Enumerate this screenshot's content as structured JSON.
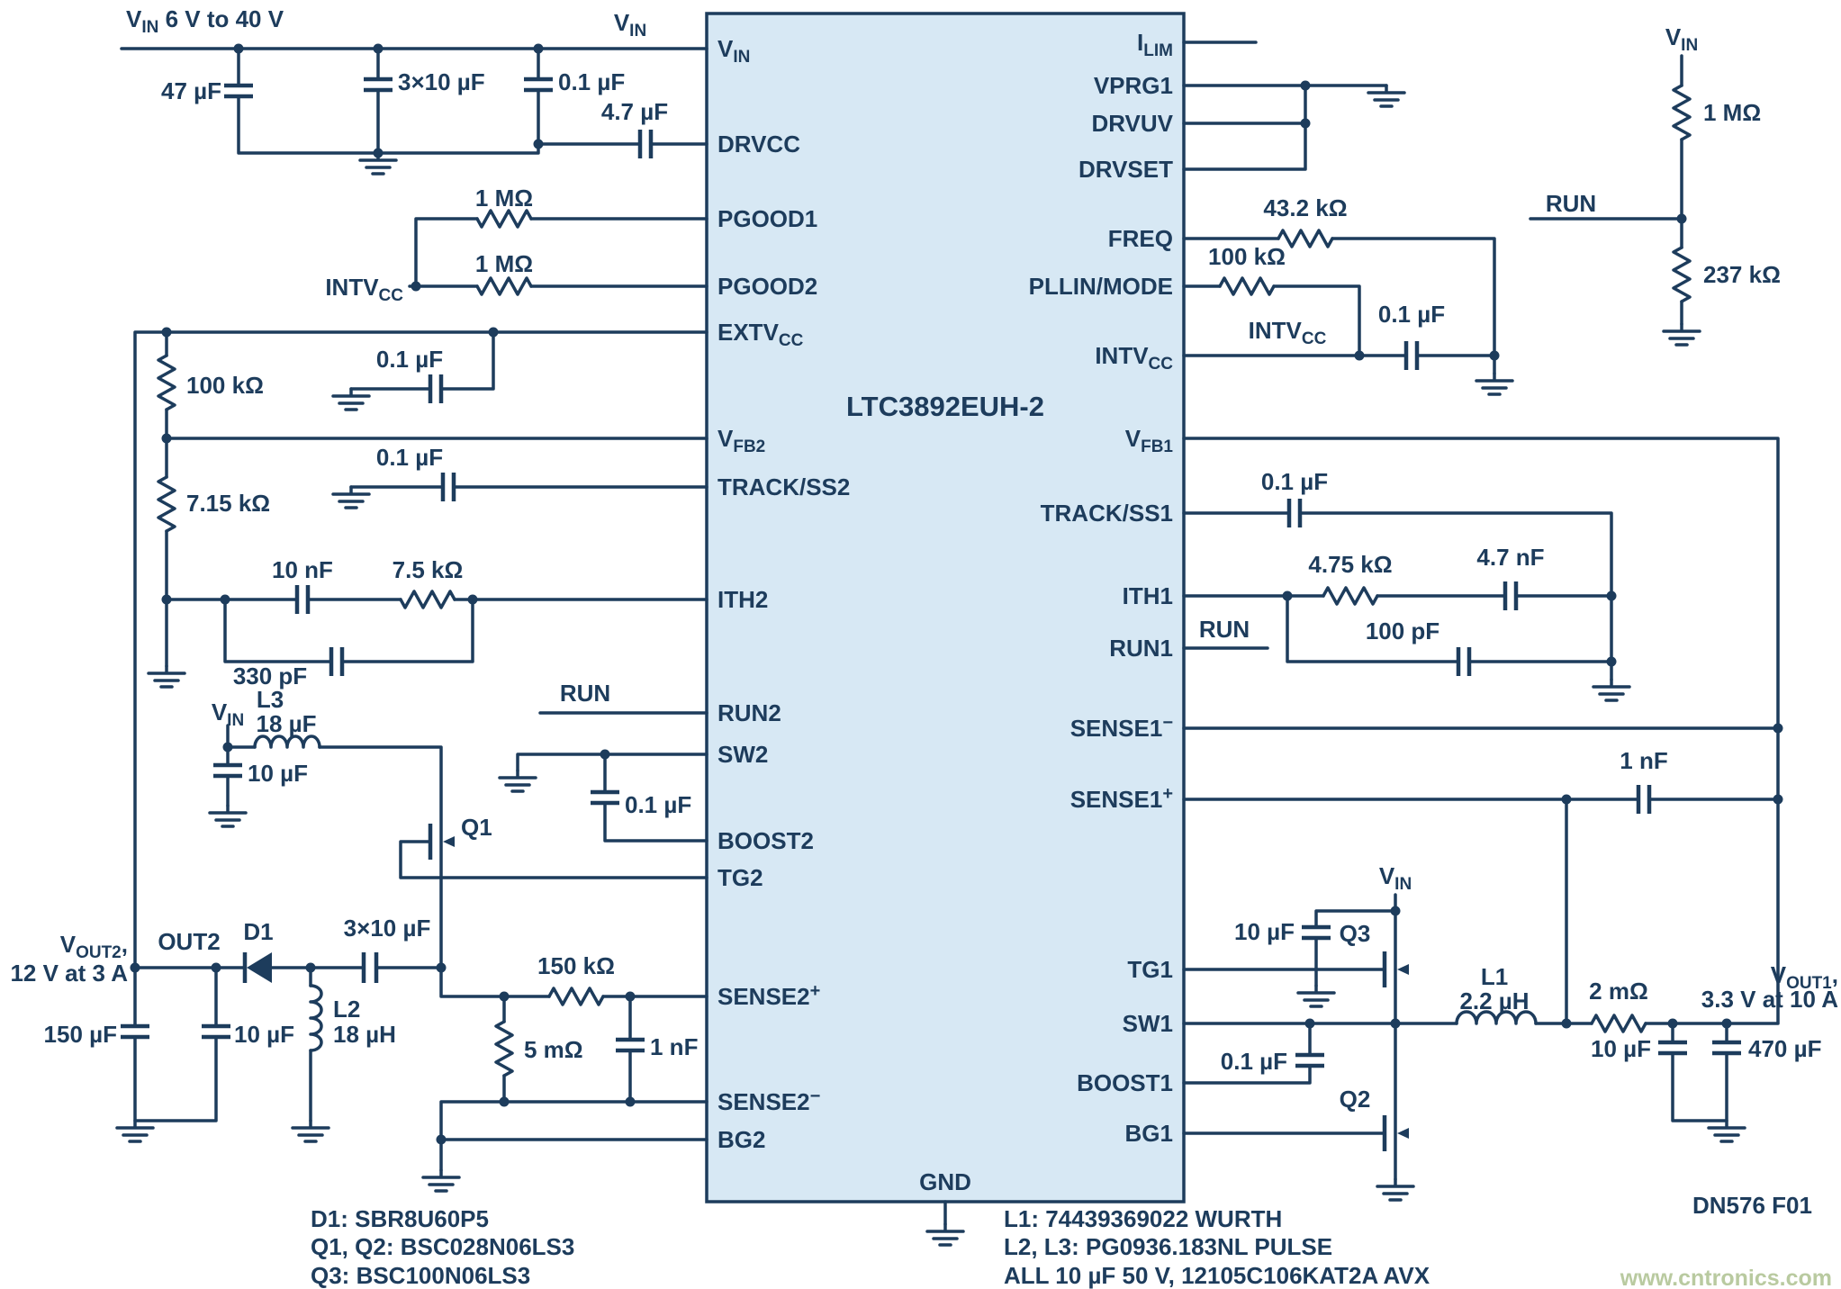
{
  "colors": {
    "line": "#1d3c5c",
    "ic_fill": "#d7e8f4",
    "background": "#ffffff",
    "watermark": "#b9caa0"
  },
  "header": {
    "vin_range": {
      "t": "V",
      "sub": "IN",
      "rest": " 6 V to 40 V"
    }
  },
  "ic": {
    "name": "LTC3892EUH-2",
    "gnd_pin": "GND",
    "left_pins": [
      {
        "t": "V",
        "sub": "IN",
        "sup": ""
      },
      {
        "t": "DRVCC",
        "sub": "",
        "sup": ""
      },
      {
        "t": "PGOOD1",
        "sub": "",
        "sup": ""
      },
      {
        "t": "PGOOD2",
        "sub": "",
        "sup": ""
      },
      {
        "t": "EXTV",
        "sub": "CC",
        "sup": ""
      },
      {
        "t": "V",
        "sub": "FB2",
        "sup": ""
      },
      {
        "t": "TRACK/SS2",
        "sub": "",
        "sup": ""
      },
      {
        "t": "ITH2",
        "sub": "",
        "sup": ""
      },
      {
        "t": "RUN2",
        "sub": "",
        "sup": ""
      },
      {
        "t": "SW2",
        "sub": "",
        "sup": ""
      },
      {
        "t": "BOOST2",
        "sub": "",
        "sup": ""
      },
      {
        "t": "TG2",
        "sub": "",
        "sup": ""
      },
      {
        "t": "SENSE2",
        "sub": "",
        "sup": "+"
      },
      {
        "t": "SENSE2",
        "sub": "",
        "sup": "−"
      },
      {
        "t": "BG2",
        "sub": "",
        "sup": ""
      }
    ],
    "right_pins": [
      {
        "t": "I",
        "sub": "LIM",
        "sup": ""
      },
      {
        "t": "VPRG1",
        "sub": "",
        "sup": ""
      },
      {
        "t": "DRVUV",
        "sub": "",
        "sup": ""
      },
      {
        "t": "DRVSET",
        "sub": "",
        "sup": ""
      },
      {
        "t": "FREQ",
        "sub": "",
        "sup": ""
      },
      {
        "t": "PLLIN/MODE",
        "sub": "",
        "sup": ""
      },
      {
        "t": "INTV",
        "sub": "CC",
        "sup": ""
      },
      {
        "t": "V",
        "sub": "FB1",
        "sup": ""
      },
      {
        "t": "TRACK/SS1",
        "sub": "",
        "sup": ""
      },
      {
        "t": "ITH1",
        "sub": "",
        "sup": ""
      },
      {
        "t": "RUN1",
        "sub": "",
        "sup": ""
      },
      {
        "t": "SENSE1",
        "sub": "",
        "sup": "−"
      },
      {
        "t": "SENSE1",
        "sub": "",
        "sup": "+"
      },
      {
        "t": "TG1",
        "sub": "",
        "sup": ""
      },
      {
        "t": "SW1",
        "sub": "",
        "sup": ""
      },
      {
        "t": "BOOST1",
        "sub": "",
        "sup": ""
      },
      {
        "t": "BG1",
        "sub": "",
        "sup": ""
      }
    ]
  },
  "labels": {
    "c47": "47 µF",
    "c3x10_in": "3×10 µF",
    "c01_in": "0.1 µF",
    "c4p7": "4.7 µF",
    "r1m_pg1": "1 MΩ",
    "r1m_pg2": "1 MΩ",
    "c01_extv": "0.1 µF",
    "r100k_fb2": "100 kΩ",
    "r7_15k": "7.15 kΩ",
    "c01_ss2": "0.1 µF",
    "c10n": "10 nF",
    "r7_5k": "7.5 kΩ",
    "c330p": "330 pF",
    "run2": "RUN",
    "c01_sw2": "0.1 µF",
    "l3": "L3",
    "l3_val": "18 µF",
    "c10u_l3": "10 µF",
    "q1": "Q1",
    "out2": "OUT2",
    "c150u": "150 µF",
    "c10u_out2": "10 µF",
    "d1": "D1",
    "c3x10_sepic": "3×10 µF",
    "l2": "L2",
    "l2_val": "18 µH",
    "r150k": "150 kΩ",
    "r5m": "5 mΩ",
    "c1n_s2": "1 nF",
    "r43_2k": "43.2 kΩ",
    "r100k_pll": "100 kΩ",
    "c01_intv": "0.1 µF",
    "r1m_run": "1 MΩ",
    "run_div": "RUN",
    "r237k": "237 kΩ",
    "c01_ss1": "0.1 µF",
    "r4_75k": "4.75 kΩ",
    "c4_7n": "4.7 nF",
    "c100p": "100 pF",
    "run1": "RUN",
    "c1n_s1": "1 nF",
    "c10u_q3": "10 µF",
    "q3": "Q3",
    "l1": "L1",
    "l1_val": "2.2 µH",
    "r2m": "2 mΩ",
    "c01_b1": "0.1 µF",
    "c10u_out1": "10 µF",
    "c470u": "470 µF",
    "q2": "Q2",
    "vout2_line2": "12 V at 3 A",
    "vout1_line2": "3.3 V at 10 A",
    "fig": "DN576 F01",
    "watermark": "www.cntronics.com"
  },
  "sublabels": {
    "vin_pin": {
      "t": "V",
      "sub": "IN",
      "rest": ""
    },
    "intvcc_pg": {
      "t": "INTV",
      "sub": "CC",
      "rest": ""
    },
    "vin_l3": {
      "t": "V",
      "sub": "IN",
      "rest": ""
    },
    "vout2": {
      "t": "V",
      "sub": "OUT2",
      "rest": ","
    },
    "intvcc_r": {
      "t": "INTV",
      "sub": "CC",
      "rest": ""
    },
    "vin_div": {
      "t": "V",
      "sub": "IN",
      "rest": ""
    },
    "vin_q3": {
      "t": "V",
      "sub": "IN",
      "rest": ""
    },
    "vout1": {
      "t": "V",
      "sub": "OUT1",
      "rest": ","
    }
  },
  "notes": {
    "left": [
      "D1: SBR8U60P5",
      "Q1, Q2: BSC028N06LS3",
      "Q3: BSC100N06LS3"
    ],
    "right": [
      "L1: 74439369022 WURTH",
      "L2, L3: PG0936.183NL PULSE",
      "ALL 10 µF 50 V, 12105C106KAT2A AVX"
    ]
  }
}
